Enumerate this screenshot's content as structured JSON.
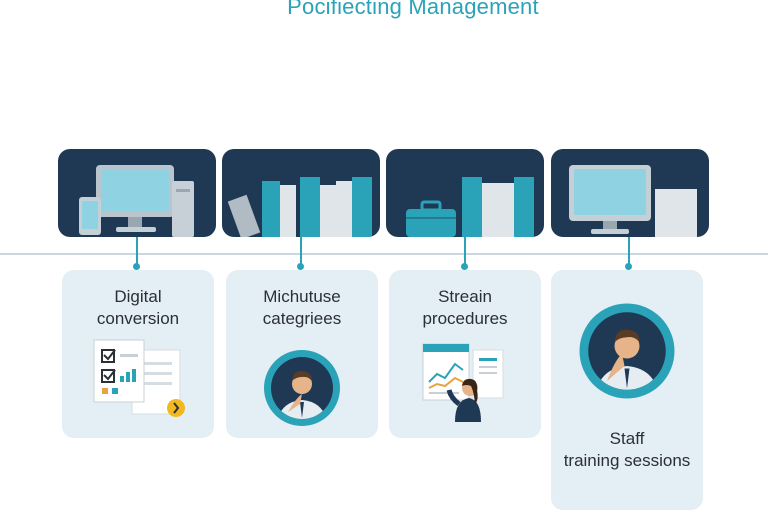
{
  "title": "Pocifiecting Management",
  "colors": {
    "teal": "#2aa3b8",
    "navy": "#1f3853",
    "card_bg": "#e4eef5",
    "timeline": "#c9d5df"
  },
  "steps": [
    {
      "label_line1": "Digital",
      "label_line2": "conversion",
      "panel_icon": "computer-and-tablet-icon",
      "card_icon": "checklist-documents-icon"
    },
    {
      "label_line1": "Michutuse",
      "label_line2": "categriees",
      "panel_icon": "binders-icon",
      "card_icon": "person-avatar-icon"
    },
    {
      "label_line1": "Streain",
      "label_line2": "procedures",
      "panel_icon": "briefcase-and-binders-icon",
      "card_icon": "person-presenting-chart-icon"
    },
    {
      "label_line1": "Staff",
      "label_line2": "training sessions",
      "panel_icon": "monitor-and-binders-icon",
      "card_icon": "person-avatar-icon"
    }
  ]
}
